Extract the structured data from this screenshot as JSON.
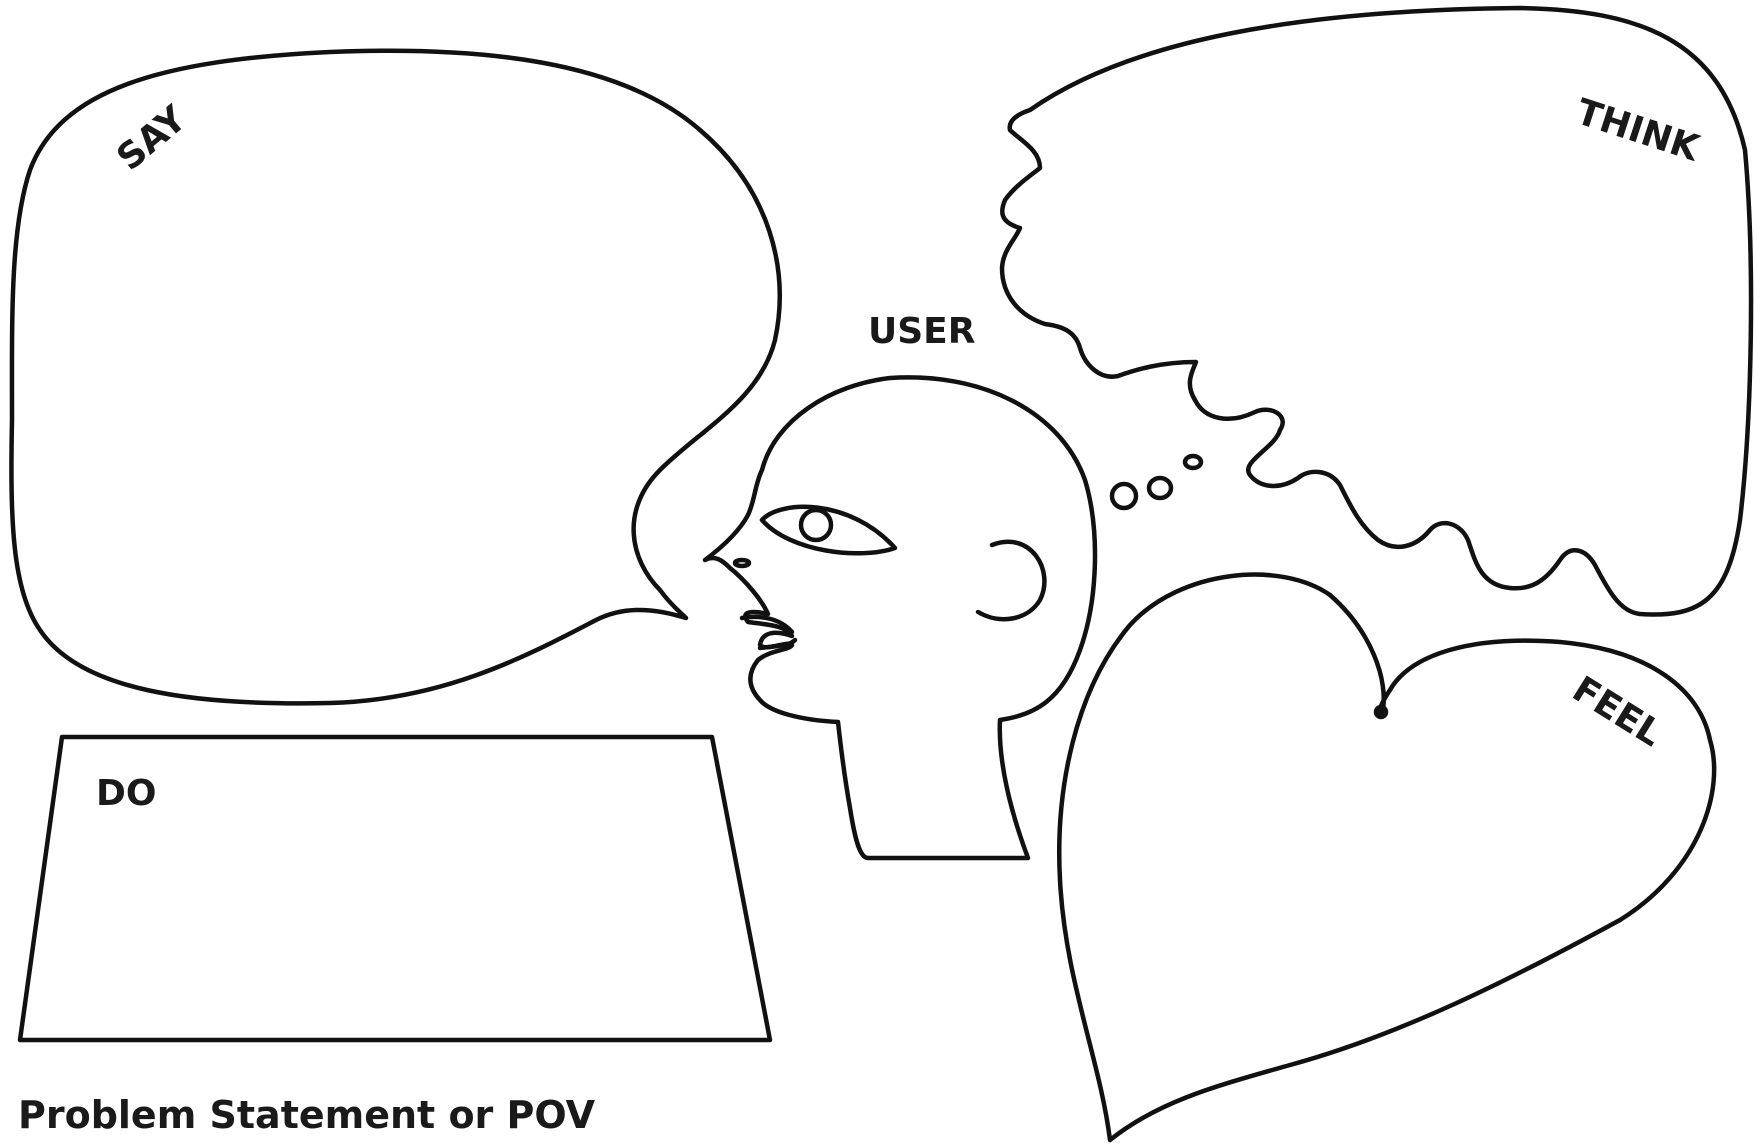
{
  "labels": {
    "say": "SAY",
    "think": "THINK",
    "user": "USER",
    "do": "DO",
    "feel": "FEEL"
  },
  "caption": "Problem Statement or POV",
  "colors": {
    "ink": "#111111",
    "background": "#ffffff"
  }
}
